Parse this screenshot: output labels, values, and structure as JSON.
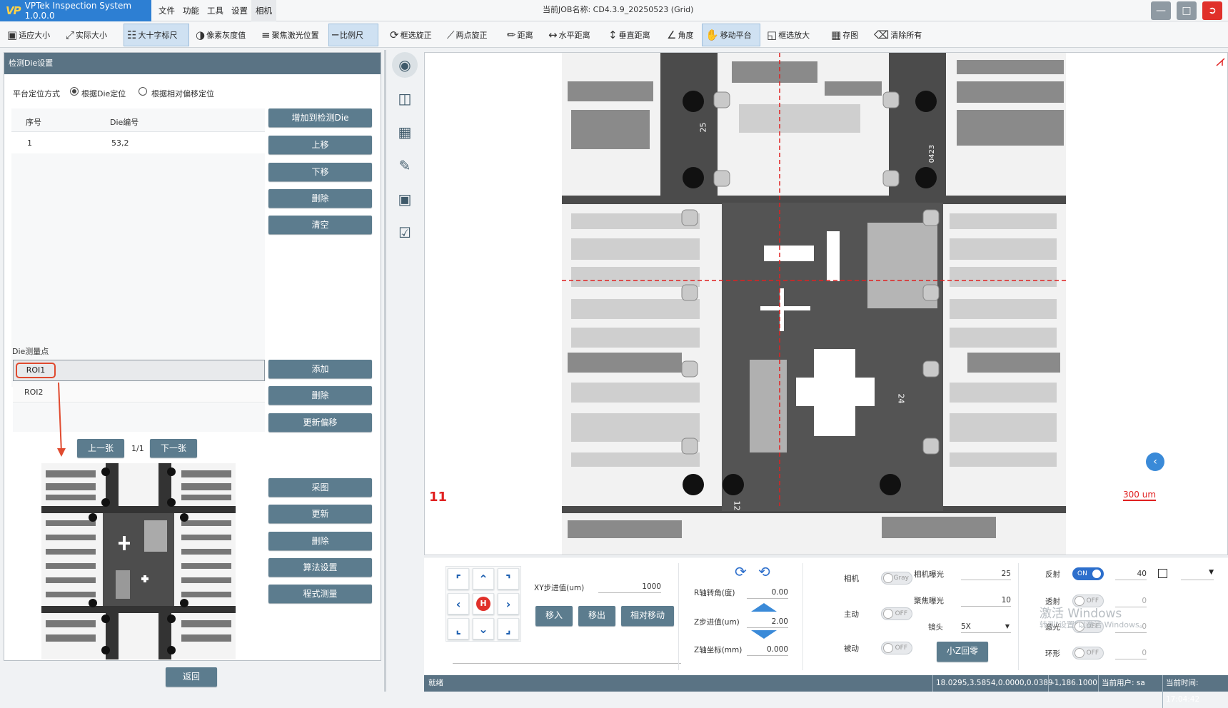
{
  "app": {
    "title": "VPTek Inspection System 1.0.0.0",
    "logo": "VP",
    "job_title": "当前JOB名称:  CD4.3.9_20250523 (Grid)"
  },
  "menus": [
    "文件",
    "功能",
    "工具",
    "设置",
    "相机"
  ],
  "toolbar": [
    "适应大小",
    "实际大小",
    "大十字标尺",
    "像素灰度值",
    "聚焦激光位置",
    "比例尺",
    "框选旋正",
    "两点旋正",
    "距离",
    "水平距离",
    "垂直距离",
    "角度",
    "移动平台",
    "框选放大",
    "存图",
    "清除所有"
  ],
  "panel": {
    "title": "检测Die设置",
    "position_mode_label": "平台定位方式",
    "radio_die": "根据Die定位",
    "radio_offset": "根据相对偏移定位",
    "table": {
      "headers": [
        "序号",
        "Die编号"
      ],
      "rows": [
        [
          "1",
          "53,2"
        ]
      ]
    },
    "die_buttons": [
      "增加到检测Die",
      "上移",
      "下移",
      "删除",
      "清空"
    ],
    "points_label": "Die测量点",
    "roi_list": [
      "ROI1",
      "ROI2"
    ],
    "roi_buttons": [
      "添加",
      "删除",
      "更新偏移"
    ],
    "prev_label": "上一张",
    "page": "1/1",
    "next_label": "下一张",
    "img_buttons": [
      "采图",
      "更新",
      "删除",
      "算法设置",
      "程式测量"
    ],
    "back_label": "返回"
  },
  "viewer": {
    "die_index": "11",
    "scale_label": "300 um",
    "labels": [
      "25",
      "0423",
      "24",
      "12"
    ]
  },
  "control": {
    "xy_step_label": "XY步进值(um)",
    "xy_step": "1000",
    "move_in": "移入",
    "move_out": "移出",
    "relative": "相对移动",
    "r_angle_label": "R轴转角(度)",
    "r_angle": "0.00",
    "z_step_label": "Z步进值(um)",
    "z_step": "2.00",
    "z_coord_label": "Z轴坐标(mm)",
    "z_coord": "0.000",
    "camera_label": "相机",
    "camera_toggle": "Gray",
    "active_label": "主动",
    "active_toggle": "OFF",
    "passive_label": "被动",
    "passive_toggle": "OFF",
    "exposure_label": "相机曝光",
    "exposure": "25",
    "focus_exposure_label": "聚焦曝光",
    "focus_exposure": "10",
    "lens_label": "镜头",
    "lens": "5X",
    "z_home": "小Z回零",
    "reflect_label": "反射",
    "reflect_toggle": "ON",
    "reflect_val": "40",
    "trans_label": "透射",
    "trans_toggle": "OFF",
    "trans_val": "0",
    "laser_label": "激光",
    "laser_toggle": "OFF",
    "laser_val": "0",
    "ring_label": "环形",
    "ring_toggle": "OFF",
    "ring_val": "0",
    "home_btn": "H"
  },
  "watermark": {
    "line1": "激活 Windows",
    "line2": "转到\"设置\"以激活 Windows。"
  },
  "status": {
    "ready": "就绪",
    "coords": "18.0295,3.5854,0.0000,0.0389",
    "pos": "-1,186.1000",
    "user": "当前用户: sa",
    "time": "当前时间: 17:04:42"
  }
}
